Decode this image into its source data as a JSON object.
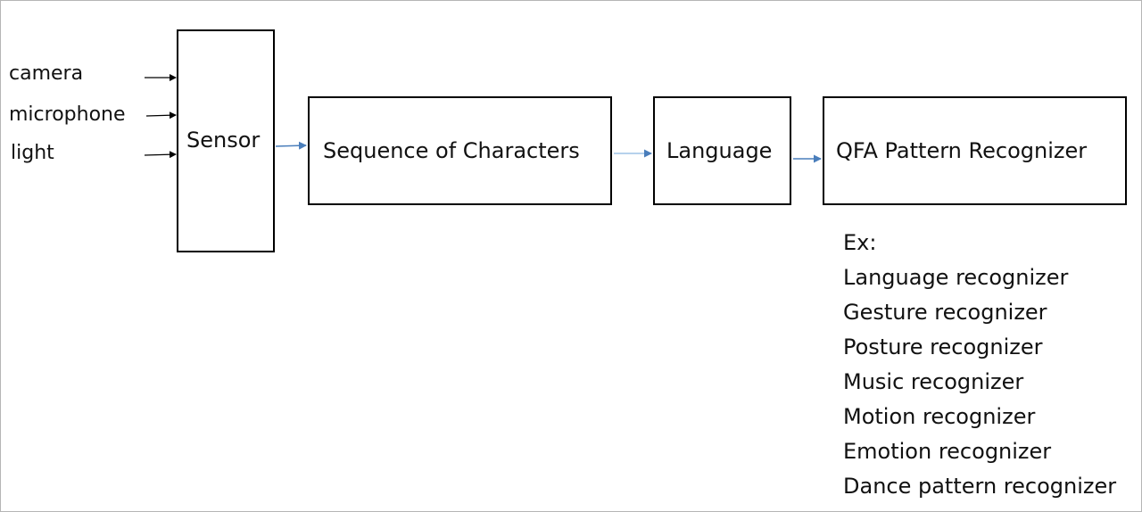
{
  "inputs": [
    "camera",
    "microphone",
    "light"
  ],
  "blocks": {
    "sensor": "Sensor",
    "sequence": "Sequence of Characters",
    "language": "Language",
    "recognizer": "QFA Pattern Recognizer"
  },
  "examples": {
    "heading": "Ex:",
    "items": [
      "Language recognizer",
      "Gesture recognizer",
      "Posture recognizer",
      "Music recognizer",
      "Motion recognizer",
      "Emotion recognizer",
      "Dance pattern recognizer"
    ]
  },
  "colors": {
    "input_arrow": "#000000",
    "flow_arrow": "#4a7ebb",
    "box_border": "#000000"
  }
}
